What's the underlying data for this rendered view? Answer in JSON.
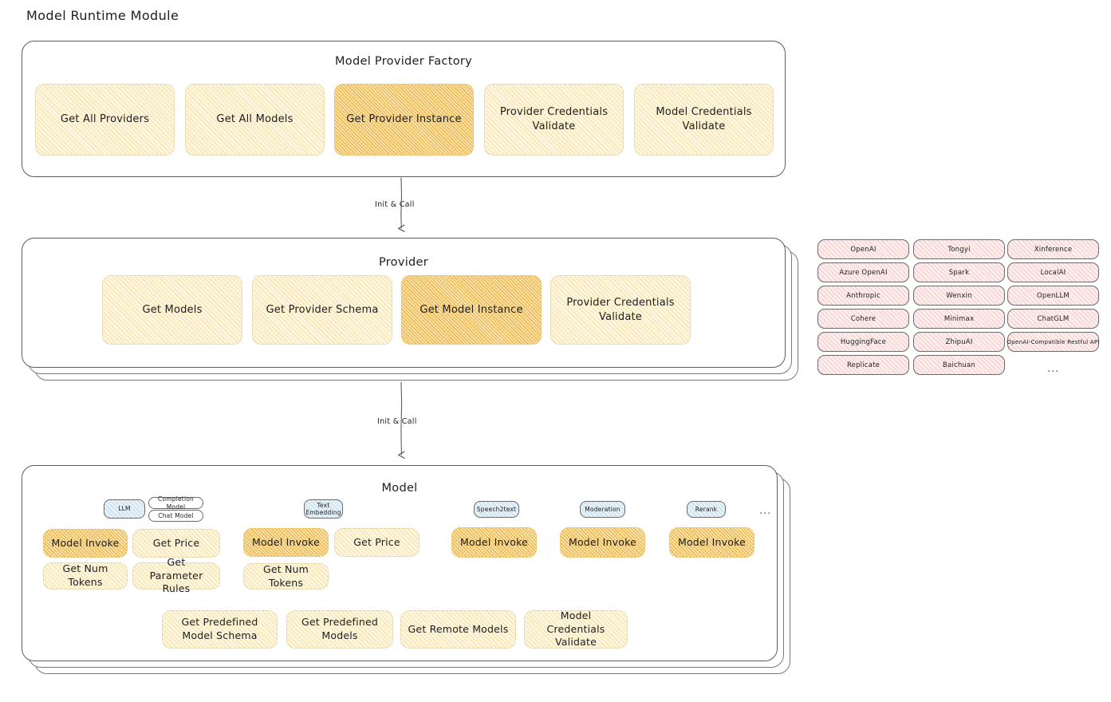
{
  "page": {
    "title": "Model Runtime Module"
  },
  "factory": {
    "title": "Model Provider Factory",
    "nodes": [
      {
        "label": "Get All Providers",
        "highlight": false
      },
      {
        "label": "Get All Models",
        "highlight": false
      },
      {
        "label": "Get Provider Instance",
        "highlight": true
      },
      {
        "label": "Provider Credentials Validate",
        "highlight": false
      },
      {
        "label": "Model Credentials Validate",
        "highlight": false
      }
    ]
  },
  "arrows": [
    {
      "label": "Init & Call"
    },
    {
      "label": "Init & Call"
    }
  ],
  "provider": {
    "title": "Provider",
    "nodes": [
      {
        "label": "Get Models",
        "highlight": false
      },
      {
        "label": "Get Provider Schema",
        "highlight": false
      },
      {
        "label": "Get Model Instance",
        "highlight": true
      },
      {
        "label": "Provider Credentials Validate",
        "highlight": false
      }
    ]
  },
  "provider_list": {
    "columns": [
      [
        "OpenAI",
        "Azure OpenAI",
        "Anthropic",
        "Cohere",
        "HuggingFace",
        "Replicate"
      ],
      [
        "Tongyi",
        "Spark",
        "Wenxin",
        "Minimax",
        "ZhipuAI",
        "Baichuan"
      ],
      [
        "Xinference",
        "LocalAI",
        "OpenLLM",
        "ChatGLM",
        "OpenAI-Compatible Restful API"
      ]
    ],
    "more": "..."
  },
  "model": {
    "title": "Model",
    "more": "...",
    "types": [
      {
        "badge": "LLM",
        "sub_badges": [
          "Completion Model",
          "Chat Model"
        ],
        "nodes": [
          {
            "label": "Model Invoke",
            "highlight": true
          },
          {
            "label": "Get Price",
            "highlight": false
          },
          {
            "label": "Get Num Tokens",
            "highlight": false
          },
          {
            "label": "Get Parameter Rules",
            "highlight": false
          }
        ]
      },
      {
        "badge": "Text Embedding",
        "sub_badges": [],
        "nodes": [
          {
            "label": "Model Invoke",
            "highlight": true
          },
          {
            "label": "Get Price",
            "highlight": false
          },
          {
            "label": "Get Num Tokens",
            "highlight": false
          }
        ]
      },
      {
        "badge": "Speech2text",
        "sub_badges": [],
        "nodes": [
          {
            "label": "Model Invoke",
            "highlight": false
          }
        ]
      },
      {
        "badge": "Moderation",
        "sub_badges": [],
        "nodes": [
          {
            "label": "Model Invoke",
            "highlight": false
          }
        ]
      },
      {
        "badge": "Rerank",
        "sub_badges": [],
        "nodes": [
          {
            "label": "Model Invoke",
            "highlight": false
          }
        ]
      }
    ],
    "common_nodes": [
      {
        "label": "Get Predefined Model Schema"
      },
      {
        "label": "Get Predefined Models"
      },
      {
        "label": "Get Remote Models"
      },
      {
        "label": "Model Credentials Validate"
      }
    ]
  },
  "colors": {
    "node_fill": "#fdf6e0",
    "node_highlight_fill": "#fbe6b4",
    "chip_fill": "#fdeeee",
    "badge_fill": "#e7f1f8",
    "stroke": "#5c5c5c",
    "text": "#1e1e1e"
  }
}
